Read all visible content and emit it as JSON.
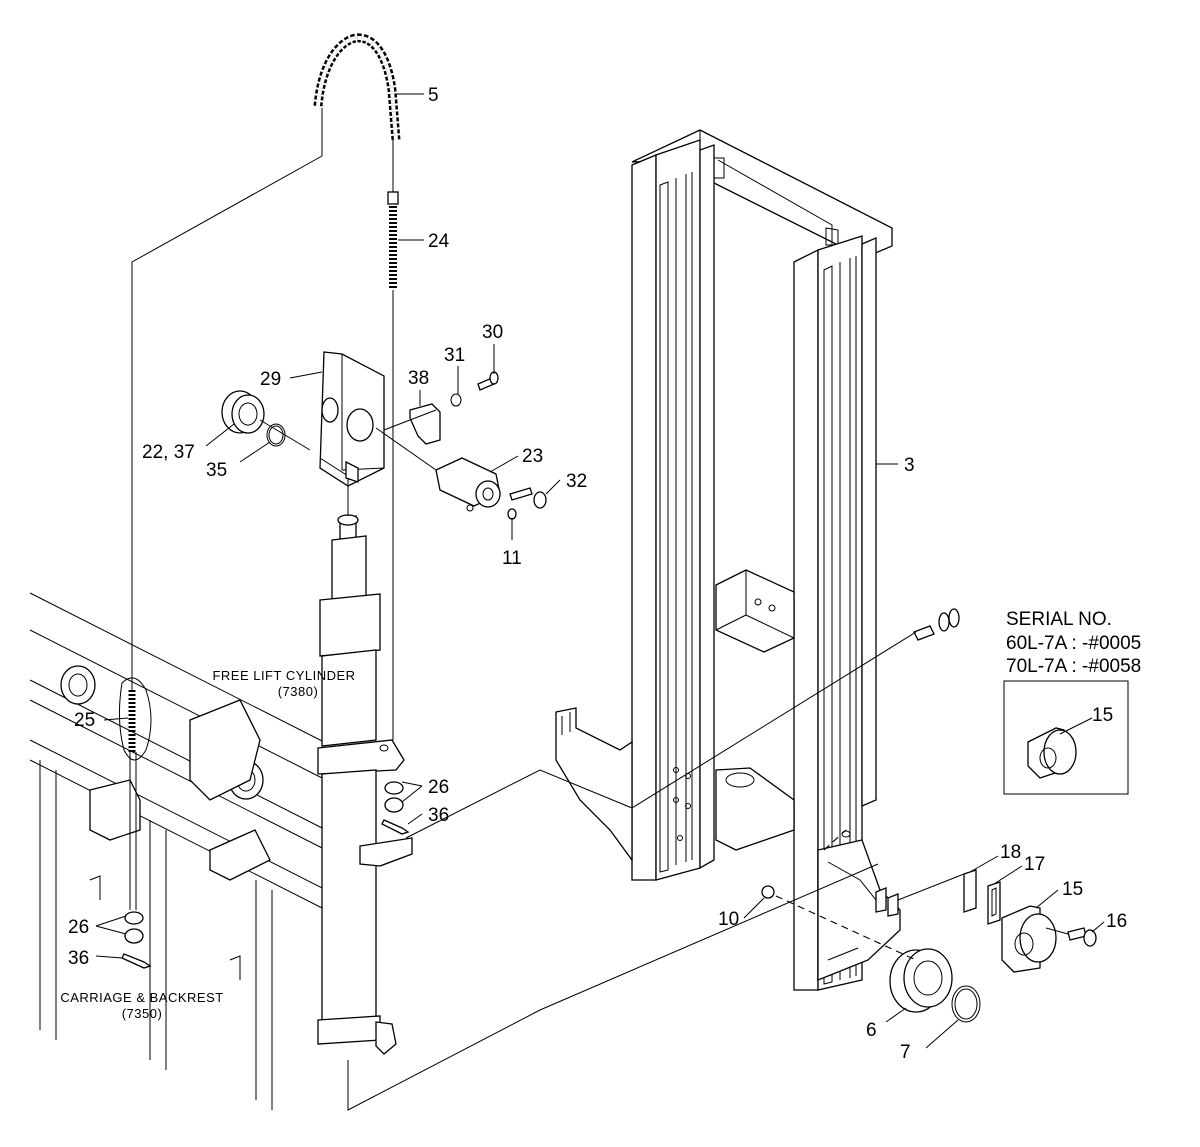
{
  "labels": {
    "p5": "5",
    "p24": "24",
    "p30": "30",
    "p31": "31",
    "p38": "38",
    "p29": "29",
    "p22_37": "22, 37",
    "p35": "35",
    "p23": "23",
    "p32": "32",
    "p11": "11",
    "p3": "3",
    "p25": "25",
    "p26a": "26",
    "p36a": "36",
    "p26b": "26",
    "p36b": "36",
    "p10": "10",
    "p18": "18",
    "p17": "17",
    "p15a": "15",
    "p16": "16",
    "p6": "6",
    "p7": "7",
    "p15b": "15"
  },
  "captions": {
    "free_lift_title": "FREE LIFT CYLINDER",
    "free_lift_ref": "(7380)",
    "carriage_title": "CARRIAGE & BACKREST",
    "carriage_ref": "(7350)"
  },
  "serial": {
    "heading": "SERIAL NO.",
    "line1": "60L-7A : -#0005",
    "line2": "70L-7A : -#0058"
  }
}
